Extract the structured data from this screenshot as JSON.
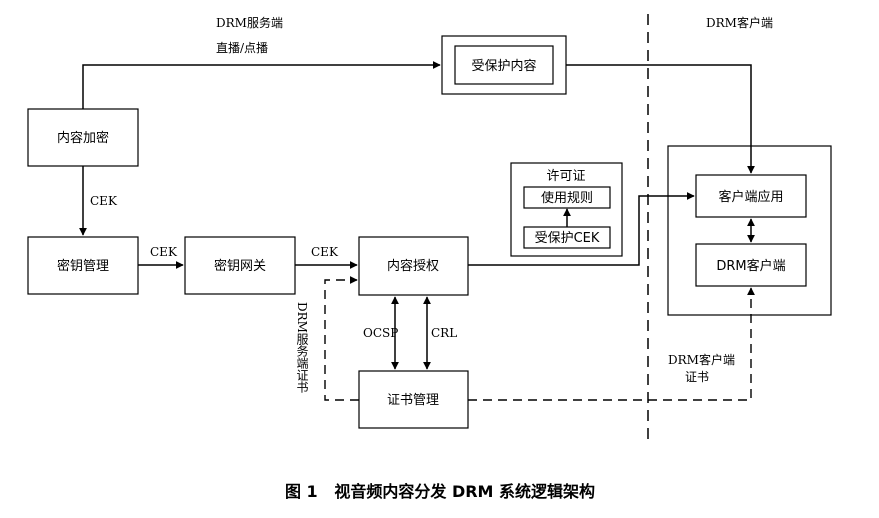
{
  "regions": {
    "server": "DRM服务端",
    "client": "DRM客户端"
  },
  "nodes": {
    "protected_content": "受保护内容",
    "content_encryption": "内容加密",
    "key_management": "密钥管理",
    "key_gateway": "密钥网关",
    "content_authorization": "内容授权",
    "certificate_management": "证书管理",
    "client_application": "客户端应用",
    "drm_client": "DRM客户端"
  },
  "license": {
    "title": "许可证",
    "usage_rules": "使用规则",
    "protected_cek": "受保护CEK"
  },
  "edges": {
    "live_vod": "直播/点播",
    "cek_encrypt_to_key": "CEK",
    "cek_key_to_gateway": "CEK",
    "cek_gateway_to_auth": "CEK",
    "ocsp": "OCSP",
    "crl": "CRL",
    "server_cert": "DRM服务端证书",
    "client_cert_line1": "DRM客户端",
    "client_cert_line2": "证书"
  },
  "caption": "图 1   视音频内容分发 DRM 系统逻辑架构"
}
